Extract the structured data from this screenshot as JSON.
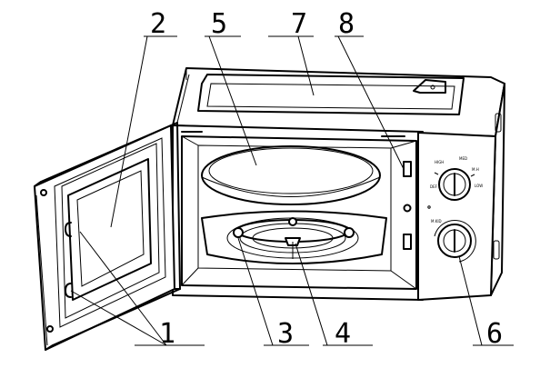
{
  "callouts": [
    {
      "id": "1",
      "label": "1"
    },
    {
      "id": "2",
      "label": "2"
    },
    {
      "id": "3",
      "label": "3"
    },
    {
      "id": "4",
      "label": "4"
    },
    {
      "id": "5",
      "label": "5"
    },
    {
      "id": "6",
      "label": "6"
    },
    {
      "id": "7",
      "label": "7"
    },
    {
      "id": "8",
      "label": "8"
    }
  ],
  "knobs": {
    "power": {
      "labels": [
        "HIGH",
        "MED",
        "M.H",
        "DEF",
        "LOW"
      ]
    },
    "timer": {
      "labels": [
        "M.KID"
      ]
    }
  }
}
